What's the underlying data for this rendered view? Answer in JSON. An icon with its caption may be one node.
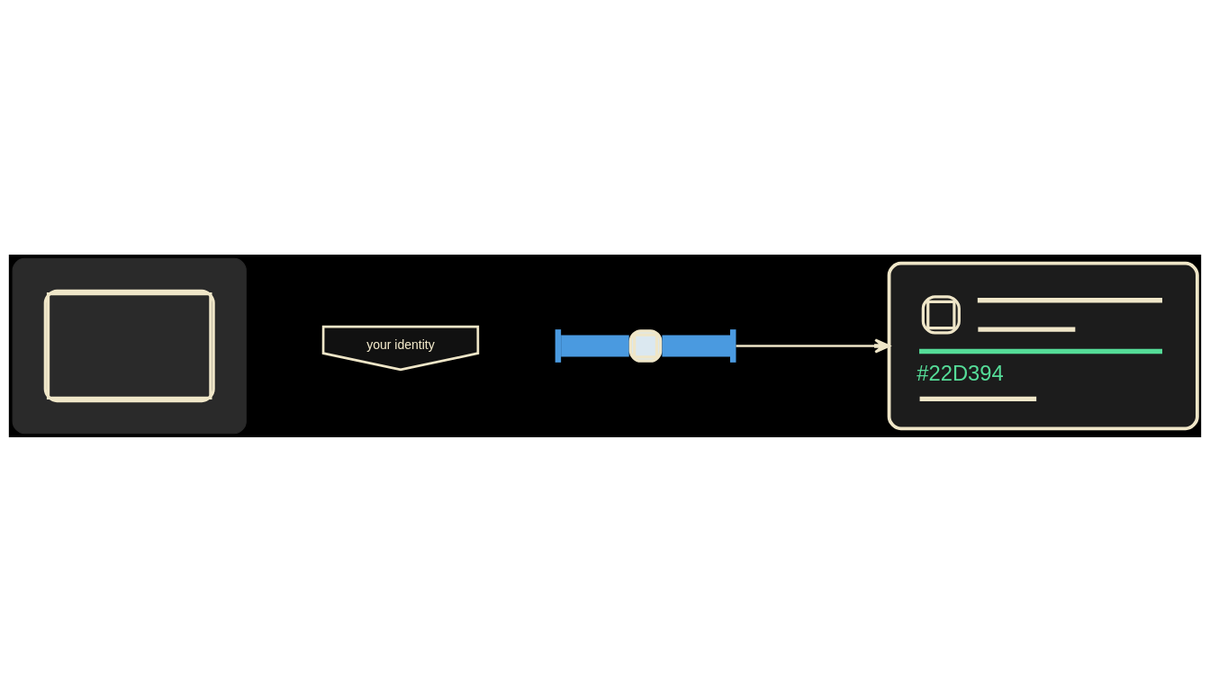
{
  "diagram": {
    "nodes": [
      {
        "text": [],
        "shape": "picture"
      },
      {
        "text": [
          "your identity"
        ]
      },
      {
        "text": [],
        "shape": "bar"
      },
      {
        "text": [
          "#22D394"
        ]
      }
    ],
    "edges": [
      {
        "from": 2,
        "to": 3,
        "arrow": "to"
      }
    ]
  }
}
